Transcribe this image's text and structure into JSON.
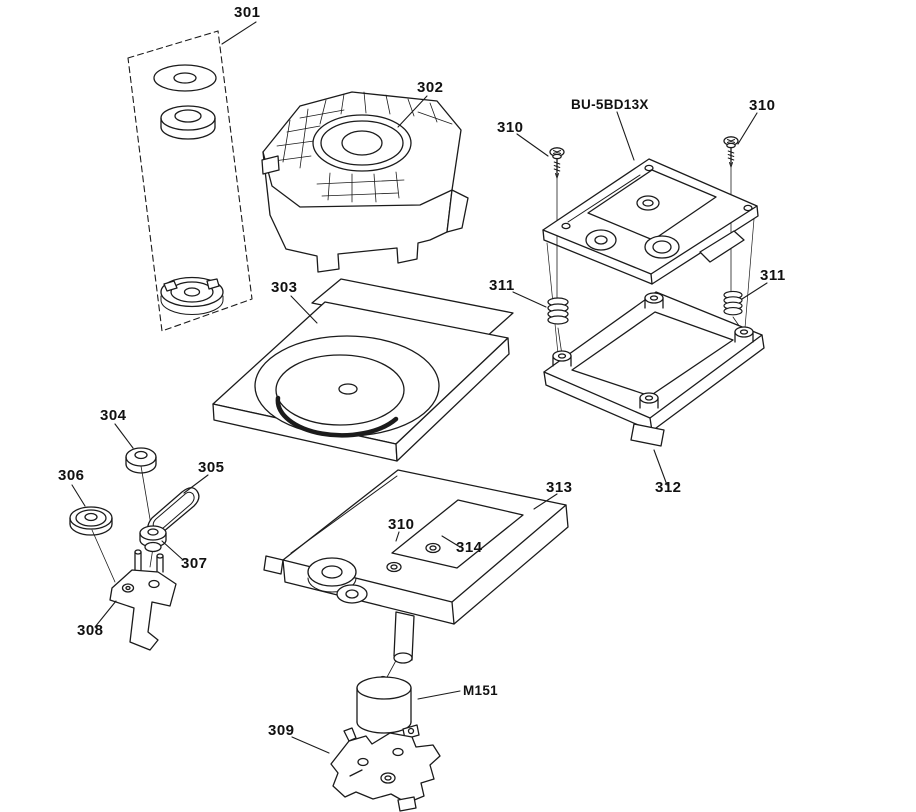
{
  "diagram": {
    "labels": {
      "p301": "301",
      "p302": "302",
      "p303": "303",
      "p304": "304",
      "p305": "305",
      "p306": "306",
      "p307": "307",
      "p308": "308",
      "p309": "309",
      "p310a": "310",
      "p310b": "310",
      "p310c": "310",
      "p311a": "311",
      "p311b": "311",
      "p312": "312",
      "p313": "313",
      "p314": "314",
      "bu_unit": "BU-5BD13X",
      "motor": "M151"
    },
    "colors": {
      "line": "#1b1b1b",
      "background": "#ffffff"
    }
  }
}
